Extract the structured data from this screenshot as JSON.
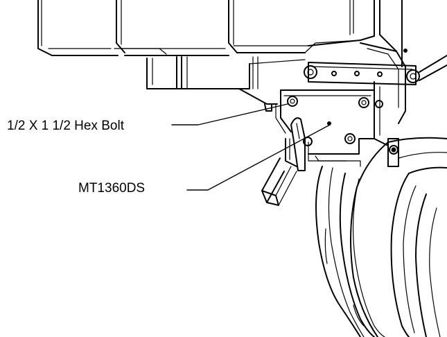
{
  "diagram": {
    "callouts": [
      {
        "id": "bolt",
        "text": "1/2 X 1 1/2 Hex Bolt"
      },
      {
        "id": "part",
        "text": "MT1360DS"
      }
    ]
  }
}
